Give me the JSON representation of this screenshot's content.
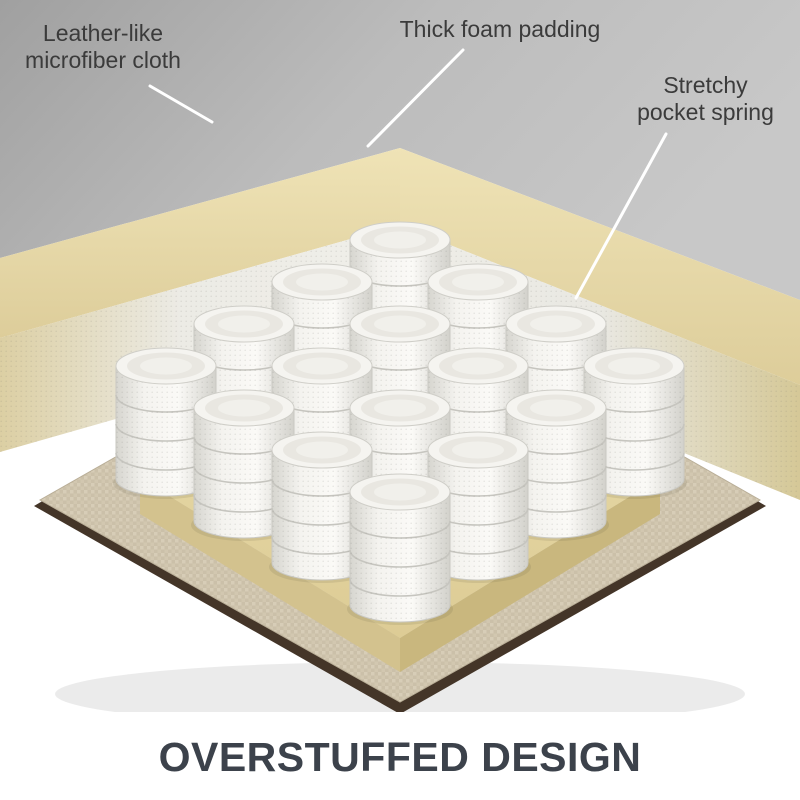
{
  "title": "OVERSTUFFED DESIGN",
  "callouts": {
    "microfiber_cloth": {
      "label": "Leather-like microfiber cloth"
    },
    "foam_padding": {
      "label": "Thick foam padding"
    },
    "pocket_spring": {
      "label": "Stretchy pocket spring"
    }
  },
  "colors": {
    "top_fabric_gray": "#b8b8b8",
    "foam_cream": "#e8dcae",
    "spring_white": "#f4f3ef",
    "base_beige": "#cfc4ae",
    "underside_brown": "#443528",
    "callout_text": "#3b3b3b",
    "leader_line": "#ffffff",
    "title_text": "#3c424b"
  }
}
